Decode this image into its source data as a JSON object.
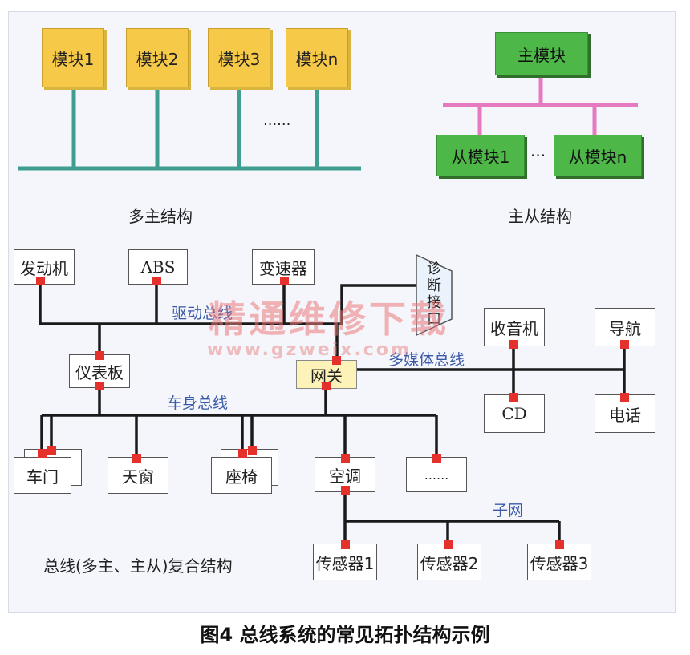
{
  "multi_master": {
    "modules": [
      "模块1",
      "模块2",
      "模块3",
      "模块n"
    ],
    "ellipsis": "......",
    "title": "多主结构"
  },
  "master_slave": {
    "master": "主模块",
    "slaves": [
      "从模块1",
      "从模块n"
    ],
    "ellipsis": "···",
    "title": "主从结构"
  },
  "composite": {
    "nodes": {
      "engine": "发动机",
      "abs": "ABS",
      "transmission": "变速器",
      "diag": "诊断接口",
      "dashboard": "仪表板",
      "gateway": "网关",
      "radio": "收音机",
      "nav": "导航",
      "cd": "CD",
      "phone": "电话",
      "door": "车门",
      "sunroof": "天窗",
      "seat": "座椅",
      "ac": "空调",
      "more": "......",
      "sensor1": "传感器1",
      "sensor2": "传感器2",
      "sensor3": "传感器3"
    },
    "buses": {
      "drive": "驱动总线",
      "multimedia": "多媒体总线",
      "body": "车身总线",
      "subnet": "子网"
    },
    "title": "总线(多主、主从)复合结构"
  },
  "watermark": {
    "cn": "精通维修下载",
    "url": "www.gzweix.com"
  },
  "caption": "图4 总线系统的常见拓扑结构示例",
  "colors": {
    "module_yellow": "#f7c948",
    "module_green": "#4db848",
    "bus_teal": "#3f9e8f",
    "bus_pink": "#e57ac0",
    "connector_red": "#e5312b",
    "bus_label_blue": "#3a5aa8",
    "gateway_fill": "#fdf3b8"
  }
}
